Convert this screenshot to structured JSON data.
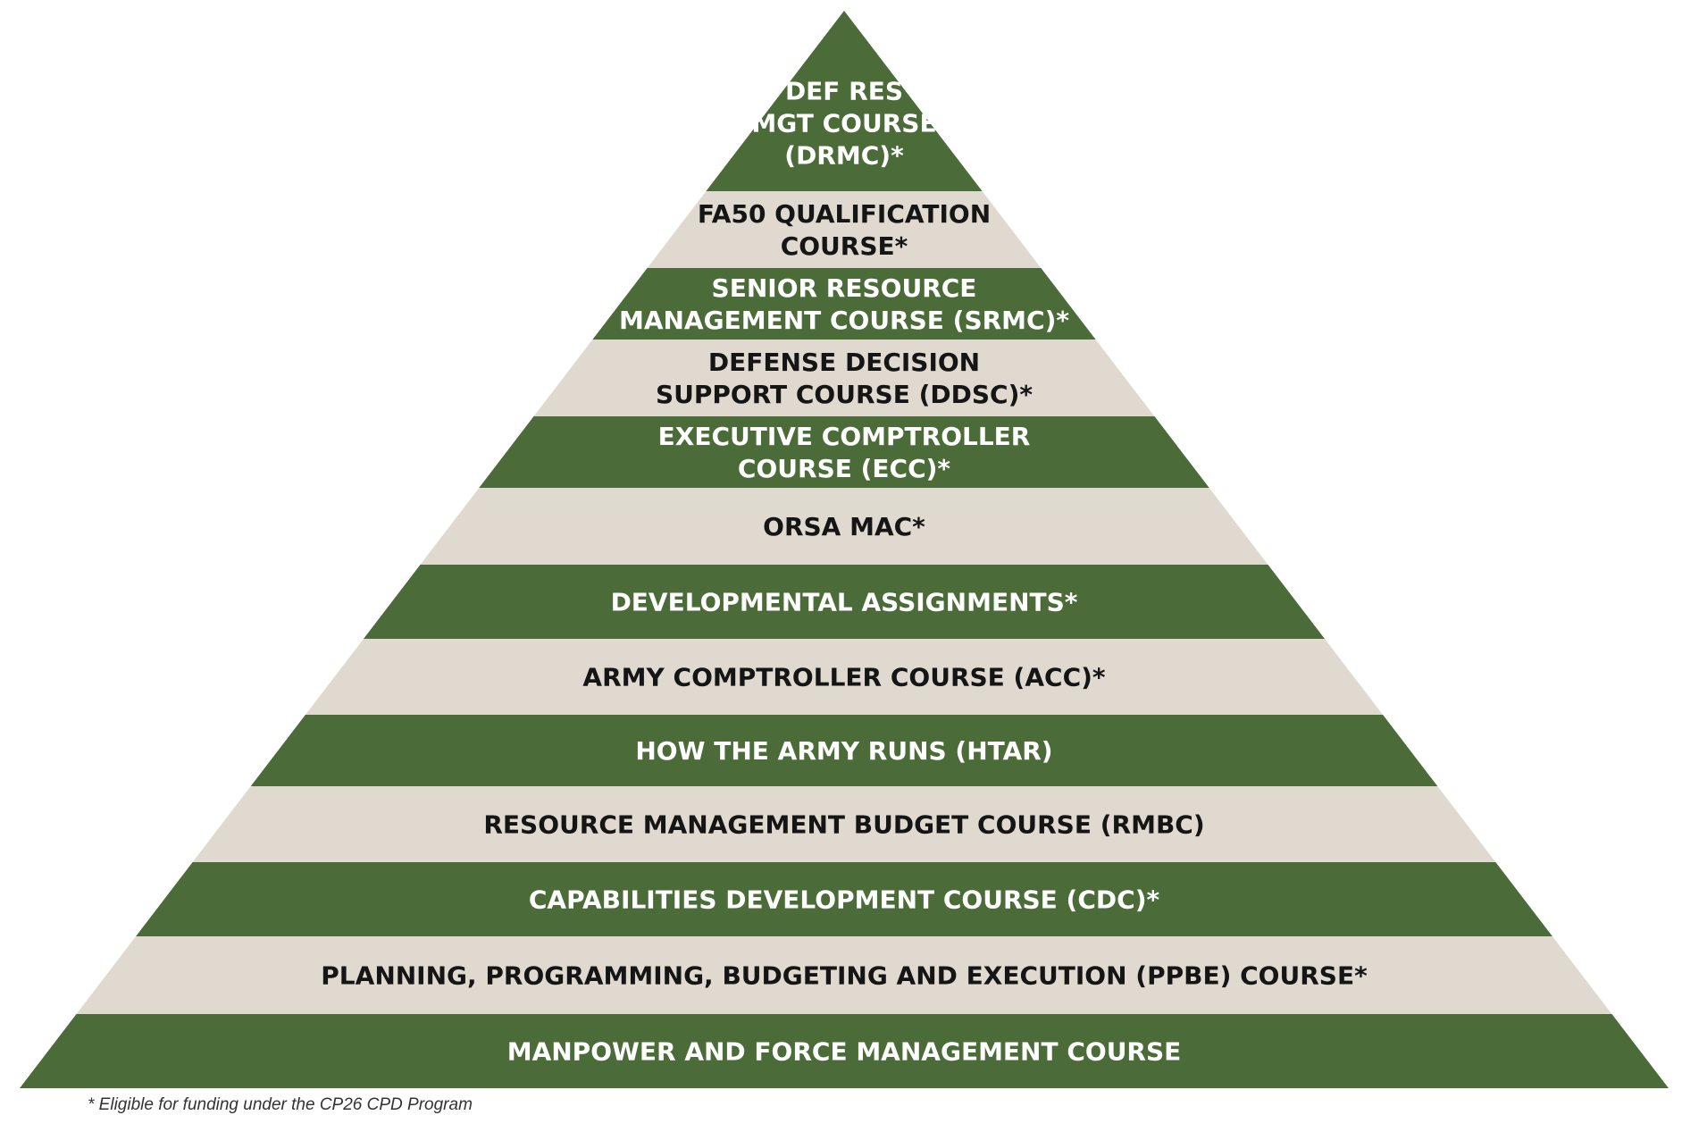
{
  "colors": {
    "green": "#4b6b39",
    "beige": "#dfd9d0",
    "green_text": "#ffffff",
    "beige_text": "#151515"
  },
  "tiers": [
    {
      "lines": [
        "DEF RES",
        "MGT COURSE",
        "(DRMC)*"
      ],
      "fill": "green"
    },
    {
      "lines": [
        "FA50 QUALIFICATION",
        "COURSE*"
      ],
      "fill": "beige"
    },
    {
      "lines": [
        "SENIOR RESOURCE",
        "MANAGEMENT COURSE (SRMC)*"
      ],
      "fill": "green"
    },
    {
      "lines": [
        "DEFENSE DECISION",
        "SUPPORT COURSE (DDSC)*"
      ],
      "fill": "beige"
    },
    {
      "lines": [
        "EXECUTIVE COMPTROLLER",
        "COURSE (ECC)*"
      ],
      "fill": "green"
    },
    {
      "lines": [
        "ORSA MAC*"
      ],
      "fill": "beige"
    },
    {
      "lines": [
        "DEVELOPMENTAL ASSIGNMENTS*"
      ],
      "fill": "green"
    },
    {
      "lines": [
        "ARMY COMPTROLLER COURSE (ACC)*"
      ],
      "fill": "beige"
    },
    {
      "lines": [
        "HOW THE ARMY RUNS (HTAR)"
      ],
      "fill": "green"
    },
    {
      "lines": [
        "RESOURCE MANAGEMENT BUDGET COURSE (RMBC)"
      ],
      "fill": "beige"
    },
    {
      "lines": [
        "CAPABILITIES DEVELOPMENT COURSE (CDC)*"
      ],
      "fill": "green"
    },
    {
      "lines": [
        "PLANNING, PROGRAMMING, BUDGETING AND EXECUTION (PPBE) COURSE*"
      ],
      "fill": "beige"
    },
    {
      "lines": [
        "MANPOWER AND FORCE MANAGEMENT COURSE"
      ],
      "fill": "green"
    }
  ],
  "footnote": "* Eligible for funding under the CP26 CPD Program"
}
